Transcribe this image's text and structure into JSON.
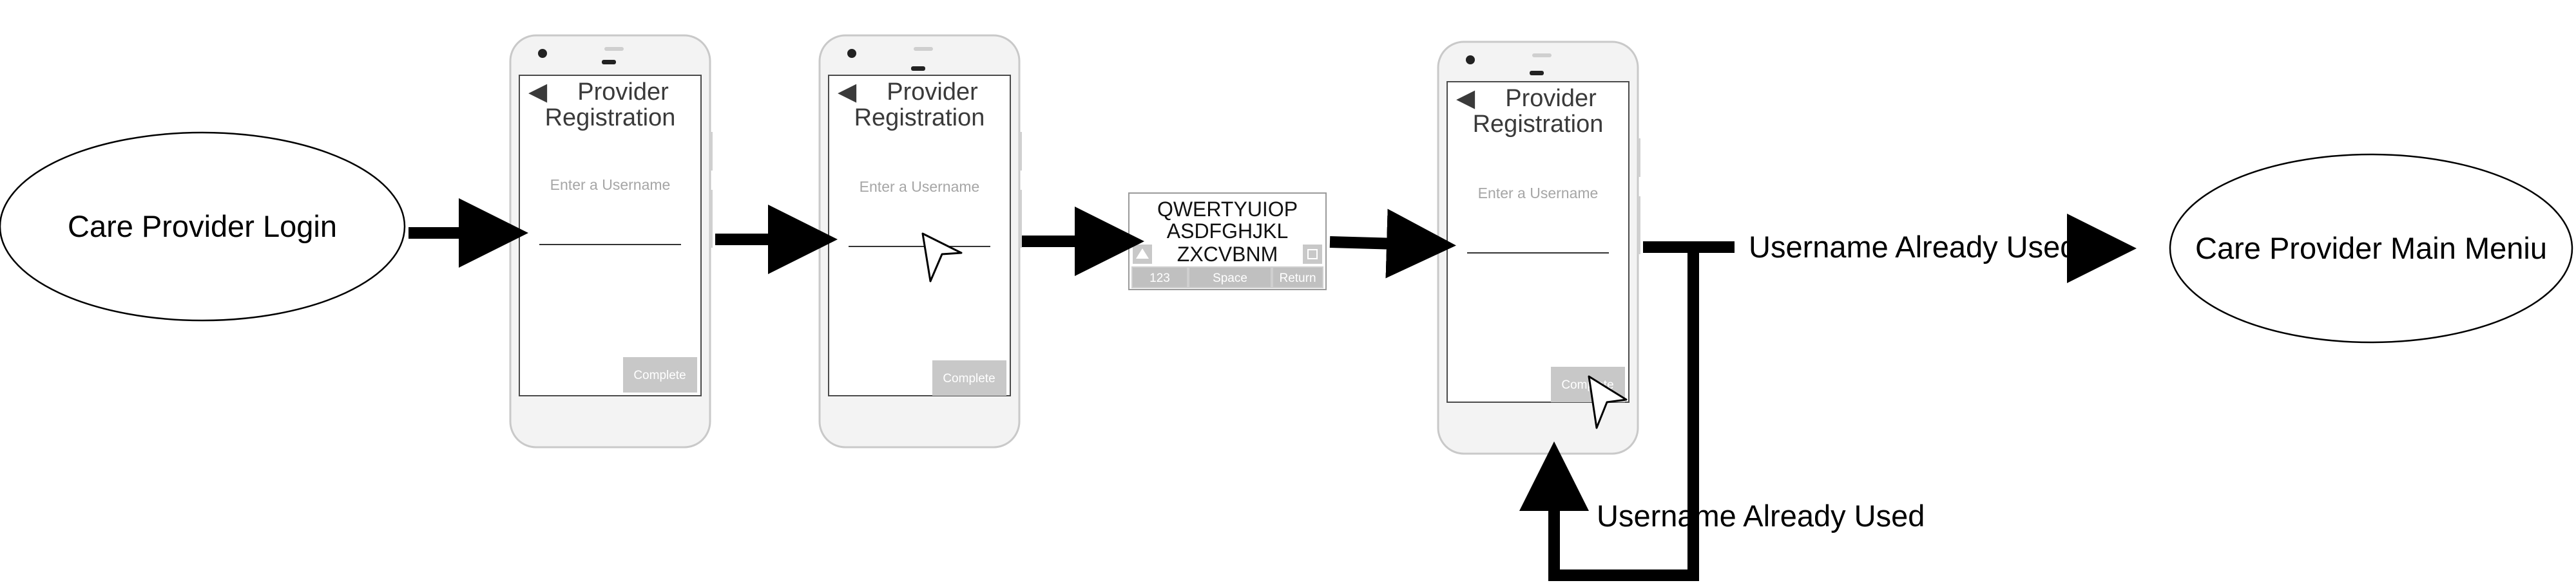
{
  "nodes": {
    "login": "Care Provider Login",
    "main_menu": "Care Provider Main Meniu"
  },
  "phone_screen": {
    "title_line1": "Provider",
    "title_line2": "Registration",
    "back_glyph": "◀",
    "placeholder": "Enter a Username",
    "button": "Complete"
  },
  "keyboard": {
    "row1": "QWERTYUIOP",
    "row2": "ASDFGHJKL",
    "row3": "ZXCVBNM",
    "key_numbers": "123",
    "key_space": "Space",
    "key_return": "Return"
  },
  "edge_labels": {
    "to_main_menu": "Username Already Used",
    "loop_back": "Username Already Used"
  },
  "colors": {
    "phone_body": "#f3f3f3",
    "phone_outline": "#c9c9c9",
    "button": "#c8c8c8",
    "keyboard_bg": "#cfcfcf",
    "arrow": "#000000"
  }
}
